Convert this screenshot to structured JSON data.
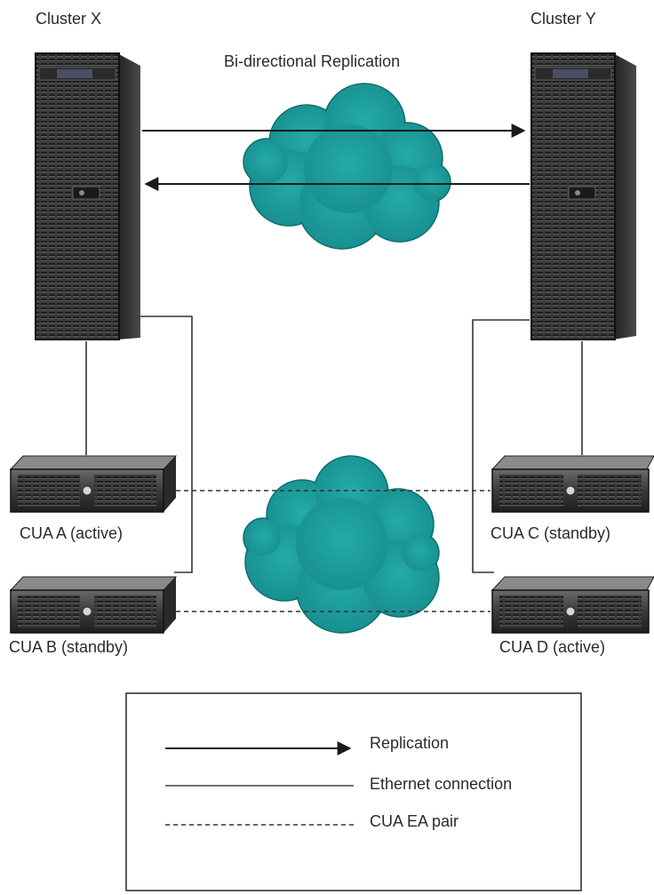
{
  "clusters": {
    "x": {
      "label": "Cluster X"
    },
    "y": {
      "label": "Cluster Y"
    }
  },
  "replication_title": "Bi-directional Replication",
  "cua_units": {
    "a": {
      "label": "CUA A (active)"
    },
    "b": {
      "label": "CUA B (standby)"
    },
    "c": {
      "label": "CUA C (standby)"
    },
    "d": {
      "label": "CUA D (active)"
    }
  },
  "legend": {
    "replication": "Replication",
    "ethernet": "Ethernet connection",
    "ea_pair": "CUA EA pair"
  },
  "colors": {
    "cloud": "#1b9c9c",
    "cloud_dark": "#137a7a",
    "server": "#3a3a3a",
    "line": "#222222"
  }
}
